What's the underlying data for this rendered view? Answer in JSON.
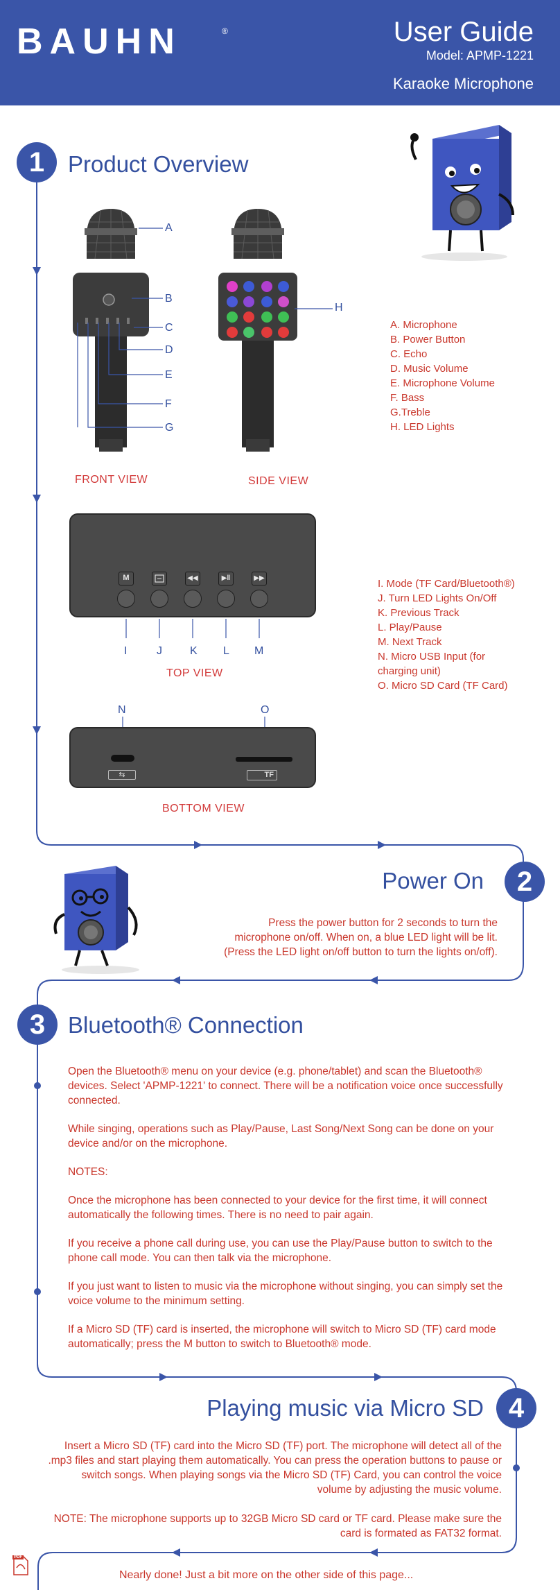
{
  "header": {
    "brand": "BAUHN",
    "brand_mark": "®",
    "title": "User Guide",
    "model": "Model: APMP-1221",
    "subtitle": "Karaoke Microphone"
  },
  "section1": {
    "number": "1",
    "title": "Product Overview",
    "front_labels": [
      "A",
      "B",
      "C",
      "D",
      "E",
      "F",
      "G"
    ],
    "side_label": "H",
    "front_view": "FRONT VIEW",
    "side_view": "SIDE VIEW",
    "legend": [
      "A. Microphone",
      "B. Power Button",
      "C. Echo",
      "D. Music Volume",
      "E. Microphone Volume",
      "F. Bass",
      "G.Treble",
      "H. LED Lights"
    ],
    "top_buttons": [
      "M",
      "LED",
      "PREV",
      "PLAY",
      "NEXT"
    ],
    "top_labels": [
      "I",
      "J",
      "K",
      "L",
      "M"
    ],
    "top_view": "TOP VIEW",
    "legend2": [
      "I. Mode (TF Card/Bluetooth®)",
      "J. Turn LED Lights On/Off",
      "K. Previous Track",
      "L. Play/Pause",
      "M. Next Track",
      "N. Micro USB Input (for",
      "charging unit)",
      "O. Micro SD Card (TF Card)"
    ],
    "bottom_labels": [
      "N",
      "O"
    ],
    "tf_label": "TF",
    "bottom_view": "BOTTOM VIEW"
  },
  "section2": {
    "number": "2",
    "title": "Power On",
    "lines": [
      "Press the power button for 2 seconds to turn the",
      "microphone on/off. When on, a blue LED light will be lit.",
      "(Press the LED light on/off button to turn the lights on/off)."
    ]
  },
  "section3": {
    "number": "3",
    "title": "Bluetooth® Connection",
    "paragraphs": [
      "Open the Bluetooth® menu on your device (e.g. phone/tablet) and scan the Bluetooth® devices. Select 'APMP-1221' to connect. There will be a notification voice once successfully connected.",
      "While singing, operations such as Play/Pause, Last Song/Next Song can be done on your device and/or on the microphone.",
      "NOTES:",
      "Once the microphone has been connected to your device for the first time, it will connect automatically the following times. There is no need to pair again.",
      "If you receive a phone call during use, you can use the Play/Pause button to switch to the phone call mode. You can then talk via the microphone.",
      "If you just want to listen to music via the microphone without singing, you can simply set the voice volume to the minimum setting.",
      "If a Micro SD (TF) card is inserted, the microphone will switch to Micro SD (TF) card mode automatically; press the M button to switch to Bluetooth® mode."
    ]
  },
  "section4": {
    "number": "4",
    "title": "Playing music via Micro SD",
    "paragraph": "Insert a Micro SD (TF) card into the Micro SD (TF) port. The microphone will detect all of the .mp3 files and start playing them automatically. You can press the operation buttons to pause or switch songs. When playing songs via the Micro SD (TF) Card, you can control the voice volume by adjusting the music volume.",
    "note": "NOTE: The microphone supports up to 32GB Micro SD card or TF card. Please make sure the card is formated as FAT32 format."
  },
  "footer": {
    "note": "Nearly done! Just a bit more on the other side of this page...",
    "pdf_badge": "PDF"
  },
  "colors": {
    "brand_blue": "#3a55a8",
    "text_red": "#c9372c",
    "device_dark": "#4a4a4a"
  }
}
